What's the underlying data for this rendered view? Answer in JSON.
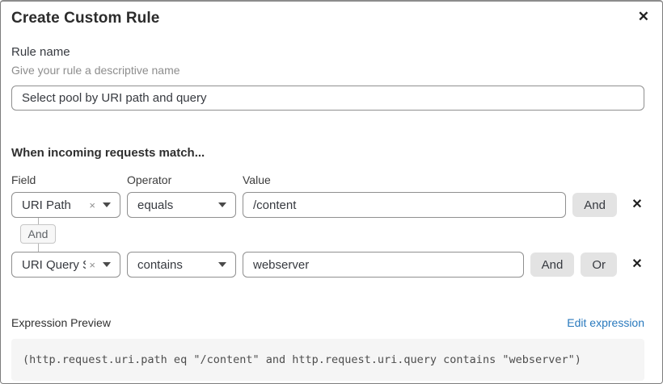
{
  "modal": {
    "title": "Create Custom Rule"
  },
  "icons": {
    "close": "✕",
    "remove_condition": "✕",
    "clear_selection": "×"
  },
  "rule_name": {
    "label": "Rule name",
    "hint": "Give your rule a descriptive name",
    "value": "Select pool by URI path and query"
  },
  "matcher": {
    "heading": "When incoming requests match...",
    "columns": {
      "field": "Field",
      "operator": "Operator",
      "value": "Value"
    },
    "connector_label": "And",
    "rows": [
      {
        "field": "URI Path",
        "operator": "equals",
        "value": "/content",
        "buttons": [
          "And"
        ]
      },
      {
        "field": "URI Query St...",
        "operator": "contains",
        "value": "webserver",
        "buttons": [
          "And",
          "Or"
        ]
      }
    ]
  },
  "expression": {
    "label": "Expression Preview",
    "edit_link": "Edit expression",
    "code": "(http.request.uri.path eq \"/content\" and http.request.uri.query contains \"webserver\")"
  },
  "colors": {
    "link": "#2979bd",
    "button_bg": "#e3e3e3",
    "code_bg": "#f5f5f5",
    "border": "#8f8f8f"
  }
}
